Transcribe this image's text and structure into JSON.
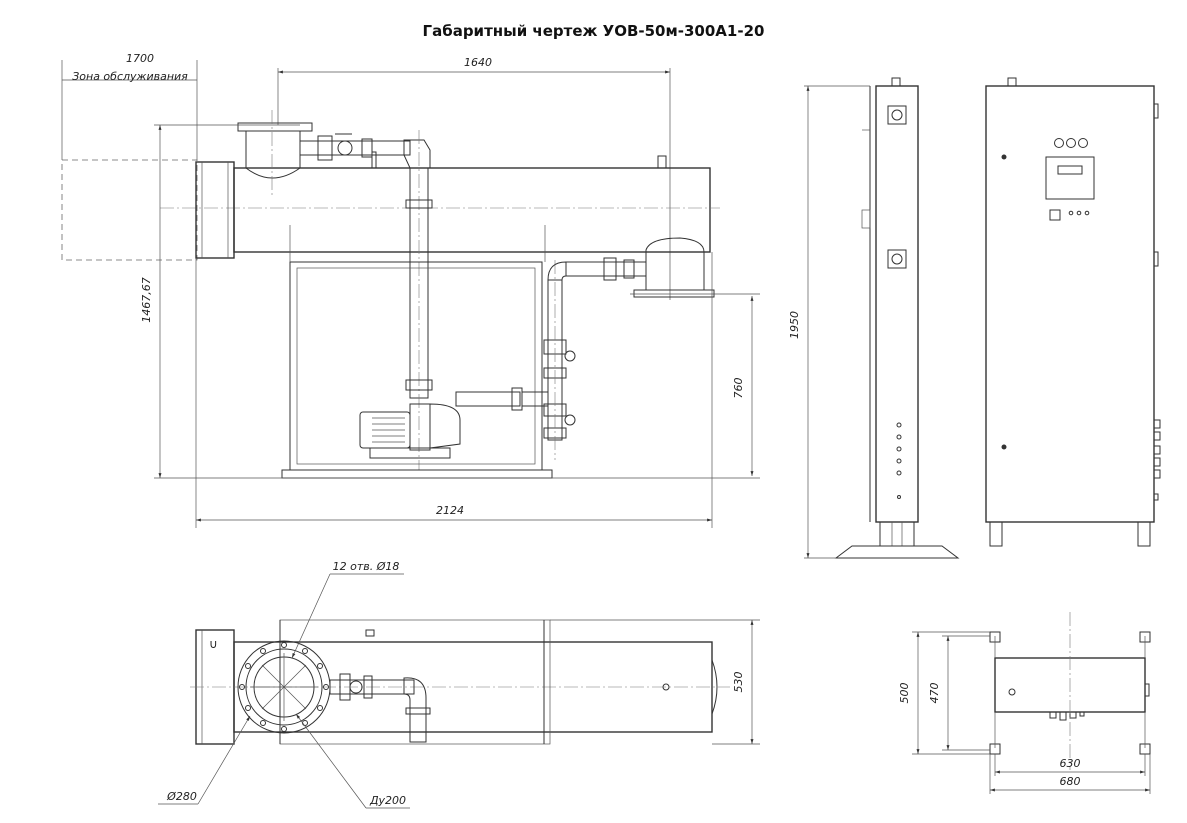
{
  "title": "Габаритный чертеж УОВ-50м-300А1-20",
  "front_view": {
    "service_zone_value": "1700",
    "service_zone_label": "Зона обслуживания",
    "overall_length_top": "1640",
    "overall_height": "1467,67",
    "frame_height": "760",
    "overall_length_bottom": "2124"
  },
  "side_view": {
    "height": "1950"
  },
  "top_view": {
    "holes": "12 отв. Ø18",
    "flange_diameter": "Ø280",
    "nominal_diameter": "Ду200",
    "width": "530"
  },
  "end_view": {
    "outer_depth": "500",
    "inner_depth": "470",
    "inner_width": "630",
    "outer_width": "680"
  }
}
